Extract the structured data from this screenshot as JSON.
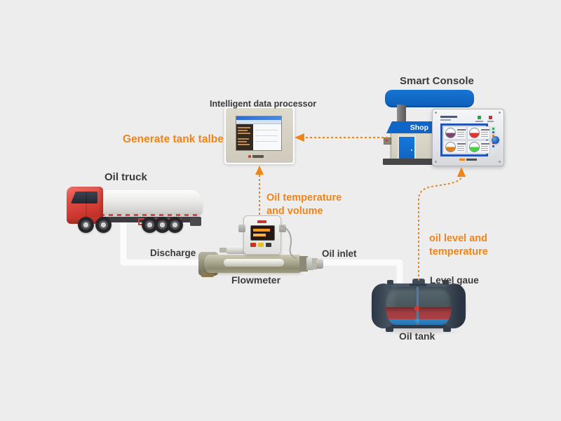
{
  "colors": {
    "background": "#EDEDED",
    "annotation_orange": "#F08418",
    "label_dark": "#3B3B3B",
    "brand_blue": "#0F68C4",
    "pipe_white": "#FBFBFB",
    "tank_fuel_red": "#A03C40",
    "tank_water_blue": "#2E86C8"
  },
  "truck": {
    "label": "Oil truck"
  },
  "flowmeter": {
    "label": "Flowmeter"
  },
  "processor": {
    "label": "Intelligent data processor"
  },
  "console": {
    "label": "Smart Console",
    "shop_sign": "Shop",
    "gauges": [
      {
        "name": "tank-gauge-1",
        "color": "#7D4271"
      },
      {
        "name": "tank-gauge-2",
        "color": "#E2342A"
      },
      {
        "name": "tank-gauge-3",
        "color": "#E07F1E"
      },
      {
        "name": "tank-gauge-4",
        "color": "#3CD83C"
      }
    ]
  },
  "tank": {
    "label": "Oil tank",
    "gauge_label": "Level gaue"
  },
  "pipes": {
    "discharge_label": "Discharge",
    "inlet_label": "Oil inlet"
  },
  "annotations": {
    "generate_table": "Generate tank talbe",
    "temp_volume_line1": "Oil temperature",
    "temp_volume_line2": "and volume",
    "level_temp_line1": "oil level and",
    "level_temp_line2": "temperature"
  }
}
